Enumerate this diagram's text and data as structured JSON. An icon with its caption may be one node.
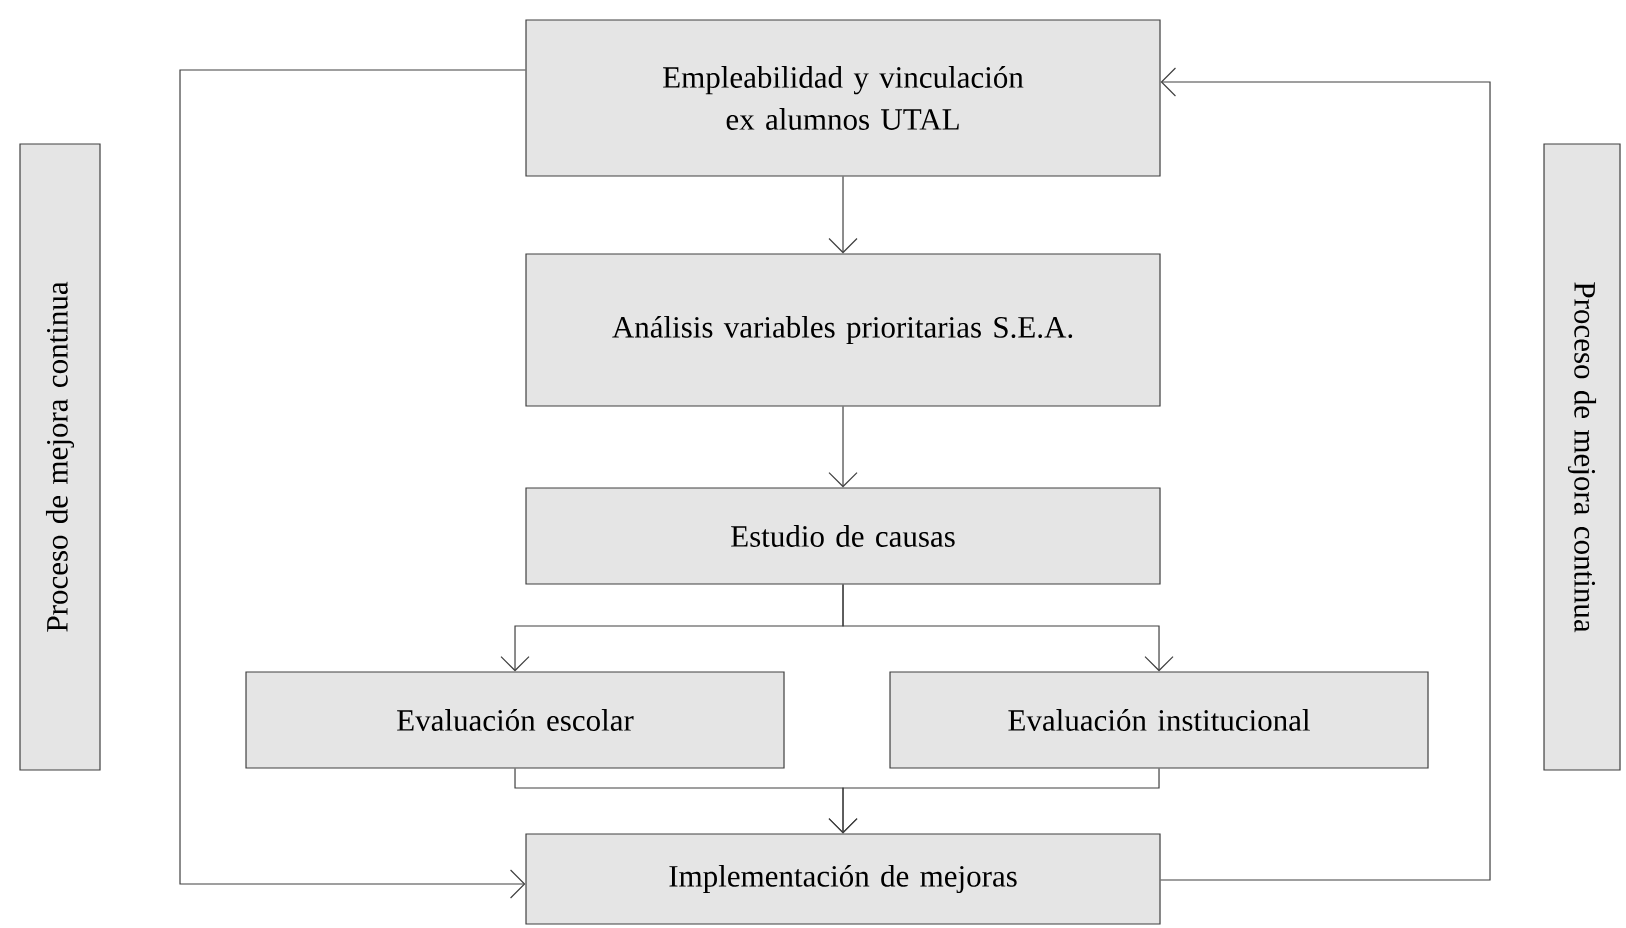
{
  "diagram": {
    "nodes": [
      {
        "text": [
          "Empleabilidad y vinculación ex alumnos UTAL"
        ]
      },
      {
        "text": [
          "Análisis variables prioritarias S.E.A."
        ]
      },
      {
        "text": [
          "Estudio de causas"
        ]
      },
      {
        "text": [
          "Evaluación escolar"
        ]
      },
      {
        "text": [
          "Evaluación institucional"
        ]
      },
      {
        "text": [
          "Implementación de mejoras"
        ]
      },
      {
        "text": [
          "Proceso de mejora continua"
        ]
      },
      {
        "text": [
          "Proceso de mejora continua"
        ]
      }
    ],
    "edges": [
      {
        "from": 0,
        "to": 1,
        "arrow": "to"
      },
      {
        "from": 1,
        "to": 2,
        "arrow": "to"
      },
      {
        "from": 2,
        "to": 3,
        "arrow": "to"
      },
      {
        "from": 2,
        "to": 4,
        "arrow": "to"
      },
      {
        "from": 3,
        "to": 5,
        "arrow": "to"
      },
      {
        "from": 4,
        "to": 5,
        "arrow": "to"
      },
      {
        "from": 0,
        "to": 5,
        "arrow": "to"
      },
      {
        "from": 5,
        "to": 0,
        "arrow": "to"
      }
    ]
  }
}
